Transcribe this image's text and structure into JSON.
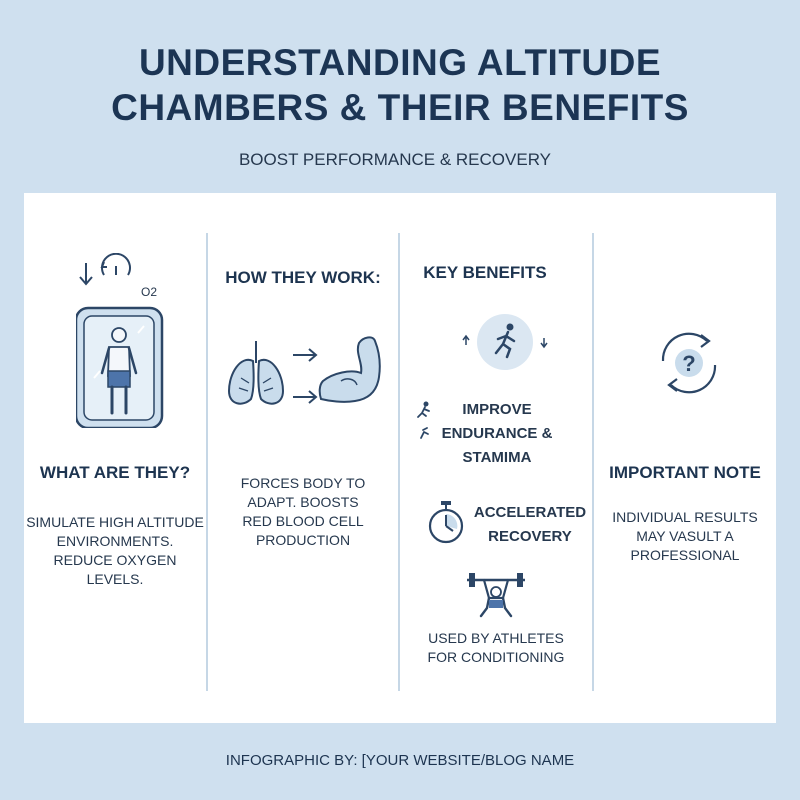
{
  "header": {
    "title_line1": "UNDERSTANDING ALTITUDE",
    "title_line2": "CHAMBERS & THEIR BENEFITS",
    "subtitle": "BOOST PERFORMANCE & RECOVERY"
  },
  "columns": {
    "what": {
      "icon_label": "O2",
      "heading": "WHAT ARE THEY?",
      "text_line1": "SIMULATE HIGH ALTITUDE",
      "text_line2": "ENVIRONMENTS.",
      "text_line3": "REDUCE OXYGEN LEVELS."
    },
    "how": {
      "heading": "HOW THEY WORK:",
      "text_line1": "FORCES BODY TO",
      "text_line2": "ADAPT. BOOSTS",
      "text_line3": "RED BLOOD CELL",
      "text_line4": "PRODUCTION"
    },
    "benefits": {
      "heading": "KEY BENEFITS",
      "item1_line1": "IMPROVE",
      "item1_line2": "ENDURANCE &",
      "item1_line3": "STAMIMA",
      "item2_line1": "ACCELERATED",
      "item2_line2": "RECOVERY",
      "item3_line1": "USED BY ATHLETES",
      "item3_line2": "FOR CONDITIONING"
    },
    "note": {
      "heading": "IMPORTANT NOTE",
      "text_line1": "INDIVIDUAL RESULTS",
      "text_line2": "MAY VASULT A",
      "text_line3": "PROFESSIONAL"
    }
  },
  "footer": {
    "credit": "INFOGRAPHIC BY: [YOUR WEBSITE/BLOG NAME"
  },
  "colors": {
    "background": "#cfe0ef",
    "card": "#ffffff",
    "navy": "#1c3554",
    "icon_fill": "#c9dcec",
    "icon_stroke": "#2c4666"
  }
}
